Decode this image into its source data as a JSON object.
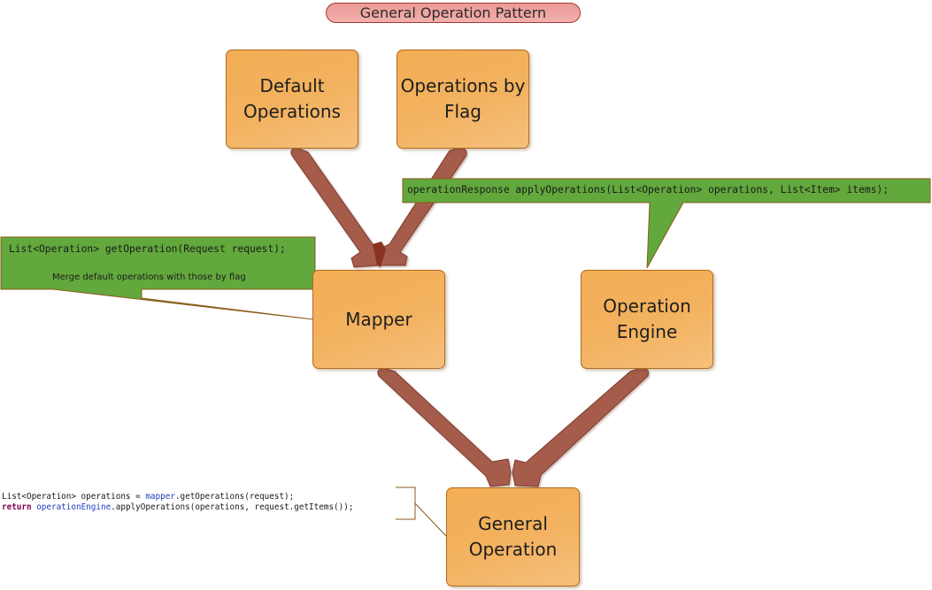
{
  "title": "General Operation Pattern",
  "nodes": {
    "default_operations": "Default\nOperations",
    "operations_by_flag": "Operations by\nFlag",
    "mapper": "Mapper",
    "operation_engine": "Operation\nEngine",
    "general_operation": "General\nOperation"
  },
  "callouts": {
    "mapper": {
      "signature": "List<Operation> getOperation(Request request);",
      "note": "Merge default operations with those by flag"
    },
    "engine": {
      "signature": "operationResponse applyOperations(List<Operation> operations, List<Item> items);"
    }
  },
  "code": {
    "line1_prefix": "List<Operation> operations = ",
    "line1_ref": "mapper",
    "line1_suffix": ".getOperations(request);",
    "line2_keyword": "return",
    "line2_ref": "operationEngine",
    "line2_suffix": ".applyOperations(operations, request.getItems());"
  },
  "edges": [
    {
      "from": "Default Operations",
      "to": "Mapper"
    },
    {
      "from": "Operations by Flag",
      "to": "Mapper"
    },
    {
      "from": "Mapper",
      "to": "General Operation"
    },
    {
      "from": "Operation Engine",
      "to": "General Operation"
    }
  ],
  "colors": {
    "node_fill": "#f3b05a",
    "node_border": "#b26a1e",
    "arrow_fill": "#a65b4c",
    "arrow_border": "#7d3b2f",
    "callout_fill": "#62a83d",
    "callout_border": "#8b5a1a",
    "title_fill": "#ef a6a1"
  }
}
